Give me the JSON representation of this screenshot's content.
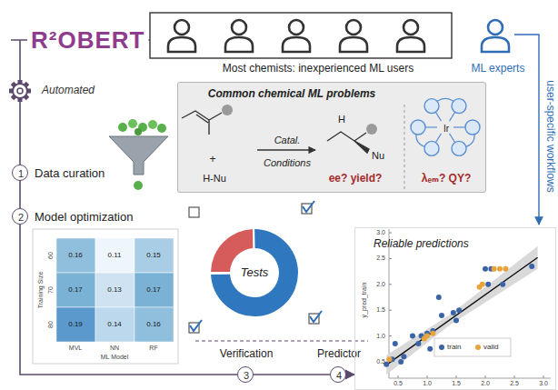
{
  "diagram": {
    "title": "R²OBERT",
    "nodes": [
      {
        "text": [
          "Common chemical ML problems",
          "+",
          "H-Nu",
          "Catal.",
          "Conditions",
          "H",
          "Nu",
          "ee? yield?",
          "Ir",
          "λₑₘ? QY?"
        ]
      },
      {
        "text": [
          "1",
          "Data curation"
        ]
      },
      {
        "text": [
          "2",
          "Model optimization"
        ]
      },
      {
        "text": [
          "Tests"
        ]
      },
      {
        "text": [
          "3",
          "Verification"
        ]
      },
      {
        "text": [
          "4",
          "Predictor"
        ]
      },
      {
        "text": [
          "Reliable predictions"
        ]
      }
    ],
    "edges": [
      {
        "from": 1,
        "to": 2,
        "arrow": "none"
      },
      {
        "from": 2,
        "to": 4,
        "arrow": "none"
      },
      {
        "from": 4,
        "to": 5,
        "arrow": "none"
      },
      {
        "from": 5,
        "to": 6,
        "arrow": "to"
      }
    ],
    "labels": [
      "Automated",
      "Most chemists: inexperienced ML users",
      "ML experts",
      "user-specific workflows",
      "0.16",
      "0.11",
      "0.15",
      "0.17",
      "0.13",
      "0.17",
      "0.19",
      "0.14",
      "0.16",
      "60",
      "70",
      "80",
      "Training Size",
      "MVL",
      "NN",
      "RF",
      "ML Model",
      "0.5",
      "1.0",
      "1.5",
      "2.0",
      "2.5",
      "3.0",
      "0.5",
      "1.0",
      "1.5",
      "2.0",
      "2.5",
      "3.0",
      "y_pred_train"
    ],
    "legend": [
      {
        "text": "train",
        "color": "#3b64a8"
      },
      {
        "text": "valid",
        "color": "#e8a33a"
      }
    ]
  }
}
